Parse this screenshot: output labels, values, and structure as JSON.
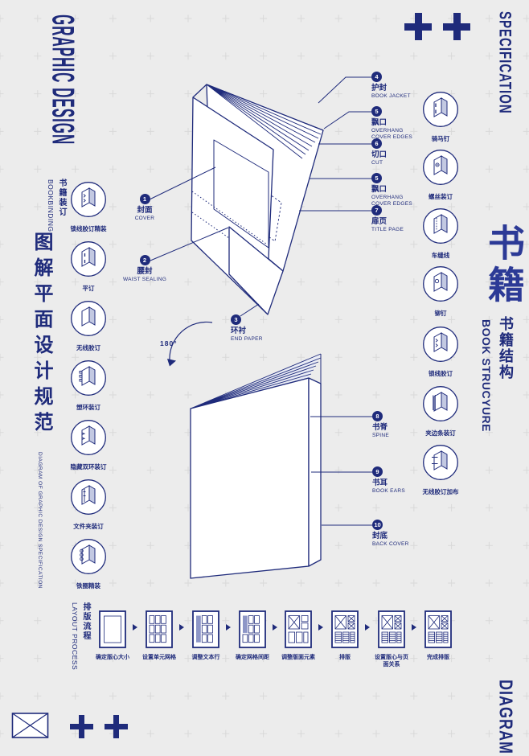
{
  "colors": {
    "navy": "#1f2b7b",
    "title_blue": "#2c3a96",
    "shade": "#c3c9e2",
    "background": "#ececec"
  },
  "corners": {
    "top_left_title": "GRAPHIC DESIGN",
    "top_right_label": "SPECIFICATION",
    "bottom_right_label": "DIAGRAM"
  },
  "left_sidebar": {
    "cn_title": "图解平面设计规范",
    "en_subtitle": "DIAGRAM OF GRAPHIC DESIGN SPECIFICATION"
  },
  "right_sidebar": {
    "big_cn_title": "书籍",
    "sub_cn_title": "书籍结构",
    "sub_en_title": "BOOK STRUCYURE"
  },
  "binding": {
    "header_cn": "书籍装订",
    "header_en": "BOOKBINDING",
    "left_items": [
      {
        "label": "锁线胶订精装"
      },
      {
        "label": "平订"
      },
      {
        "label": "无线胶订"
      },
      {
        "label": "塑环装订"
      },
      {
        "label": "隐藏双环装订"
      },
      {
        "label": "文件夹装订"
      },
      {
        "label": "铁圈精装"
      }
    ],
    "right_items": [
      {
        "label": "骑马钉"
      },
      {
        "label": "螺丝装订"
      },
      {
        "label": "车缝线"
      },
      {
        "label": "铆钉"
      },
      {
        "label": "锁线胶订"
      },
      {
        "label": "夹边条装订"
      },
      {
        "label": "无线胶订加布"
      }
    ]
  },
  "open_book": {
    "rotation_label": "180°",
    "callouts": {
      "c1": {
        "num": "1",
        "cn": "封面",
        "en": "COVER"
      },
      "c2": {
        "num": "2",
        "cn": "腰封",
        "en": "WAIST SEALING"
      },
      "c3": {
        "num": "3",
        "cn": "环衬",
        "en": "END PAPER"
      },
      "c4": {
        "num": "4",
        "cn": "护封",
        "en": "BOOK JACKET"
      },
      "c5": {
        "num": "5",
        "cn": "飘口",
        "en": "OVERHANG COVER EDGES"
      },
      "c6": {
        "num": "6",
        "cn": "切口",
        "en": "CUT"
      },
      "c5b": {
        "num": "5",
        "cn": "飘口",
        "en": "OVERHANG COVER EDGES"
      },
      "c7": {
        "num": "7",
        "cn": "扉页",
        "en": "TITLE PAGE"
      }
    }
  },
  "closed_book": {
    "callouts": {
      "c8": {
        "num": "8",
        "cn": "书脊",
        "en": "SPINE"
      },
      "c9": {
        "num": "9",
        "cn": "书耳",
        "en": "BOOK EARS"
      },
      "c10": {
        "num": "10",
        "cn": "封底",
        "en": "BACK COVER"
      }
    }
  },
  "process": {
    "header_cn": "排版流程",
    "header_en": "LAYOUT PROCESS",
    "steps": [
      {
        "caption": "确定版心大小"
      },
      {
        "caption": "设置单元网格"
      },
      {
        "caption": "调整文本行"
      },
      {
        "caption": "确定网格间距"
      },
      {
        "caption": "调整版面元素"
      },
      {
        "caption": "排版"
      },
      {
        "caption": "设置版心与页面关系"
      },
      {
        "caption": "完成排版"
      }
    ]
  }
}
